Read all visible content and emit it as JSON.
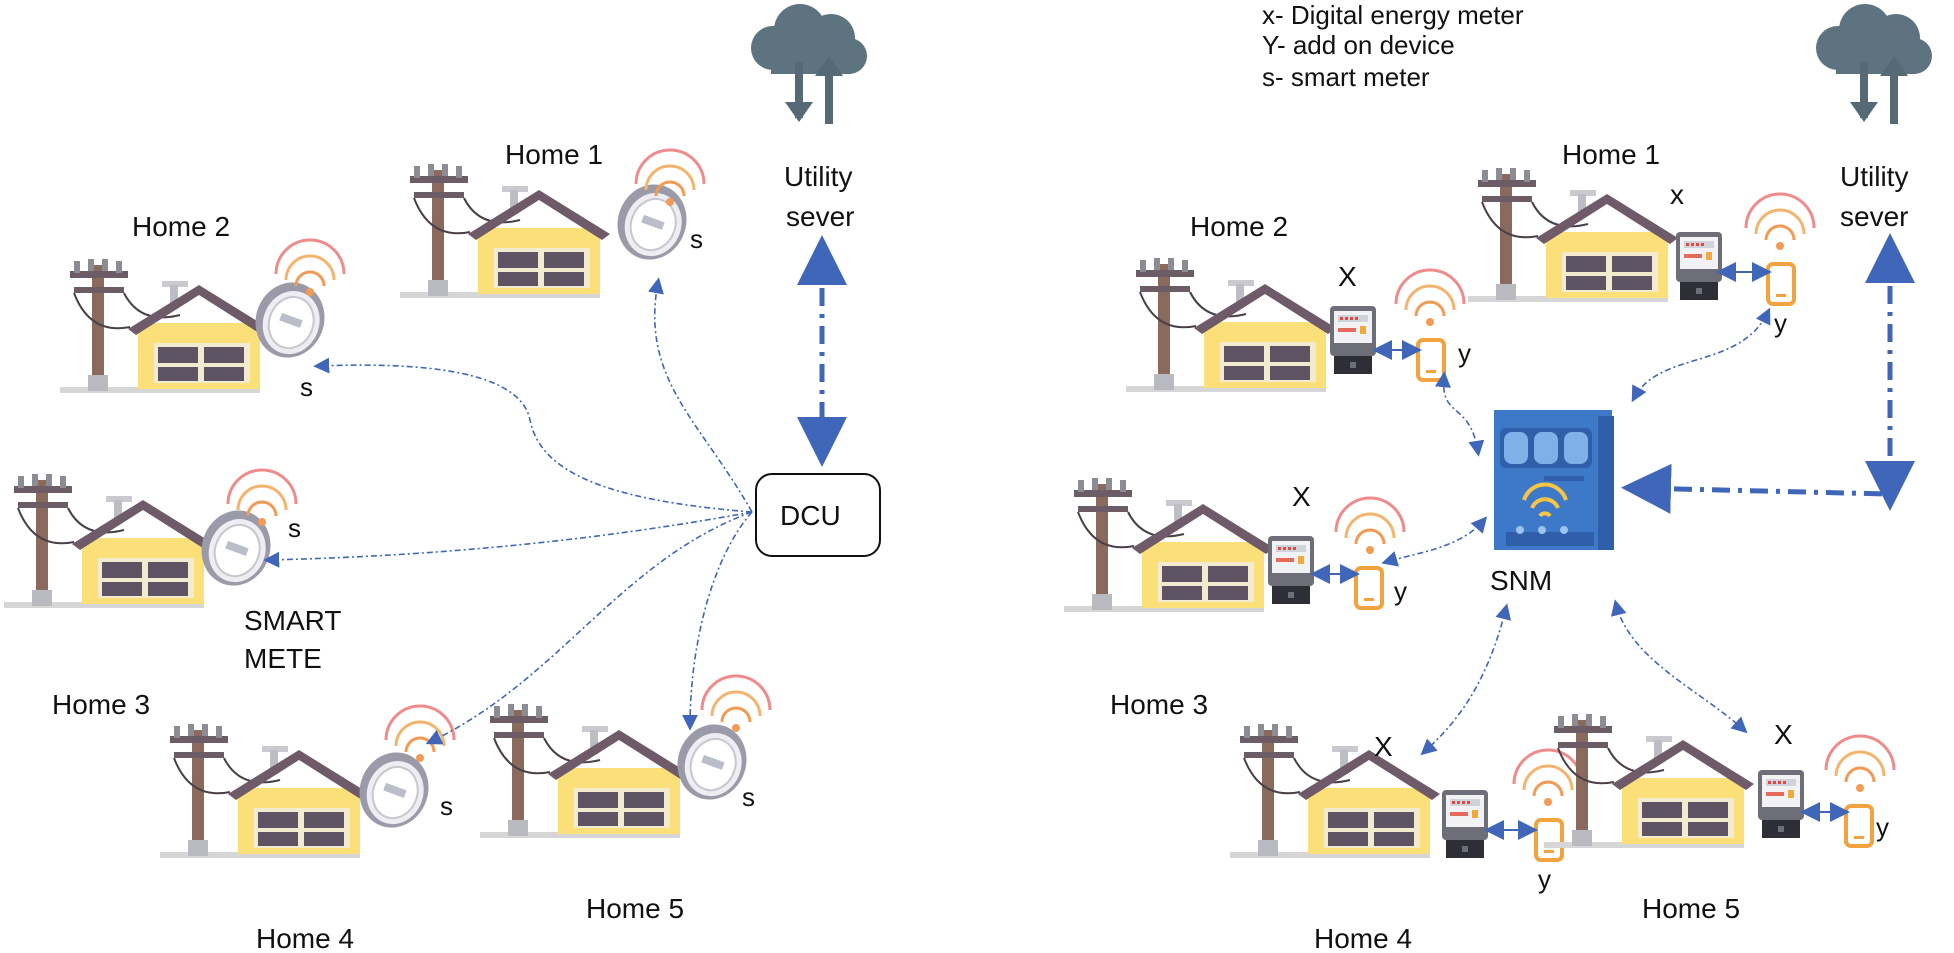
{
  "legend": {
    "x": "x- Digital energy meter",
    "y": "Y- add on device",
    "s": "s- smart meter"
  },
  "left": {
    "homes": [
      "Home 1",
      "Home 2",
      "Home 3",
      "Home 4",
      "Home 5"
    ],
    "meter_tag": "s",
    "smart_meter_label_line1": "SMART",
    "smart_meter_label_line2": "METE",
    "hub_label": "DCU",
    "server_line1": "Utility",
    "server_line2": "sever"
  },
  "right": {
    "homes": [
      "Home 1",
      "Home 2",
      "Home 3",
      "Home 4",
      "Home 5"
    ],
    "meter_tag_x": "X",
    "meter_tag_x_lower": "x",
    "addon_tag": "y",
    "hub_label": "SNM",
    "server_line1": "Utility",
    "server_line2": "sever"
  },
  "colors": {
    "house_wall": "#FBE07A",
    "roof": "#6E5A68",
    "pole": "#8A6A5C",
    "link": "#3F66B8",
    "cloud": "#5D7380",
    "snm": "#3E78C8",
    "wifi_orange": "#F39A54",
    "wifi_pink": "#F08B8B"
  }
}
